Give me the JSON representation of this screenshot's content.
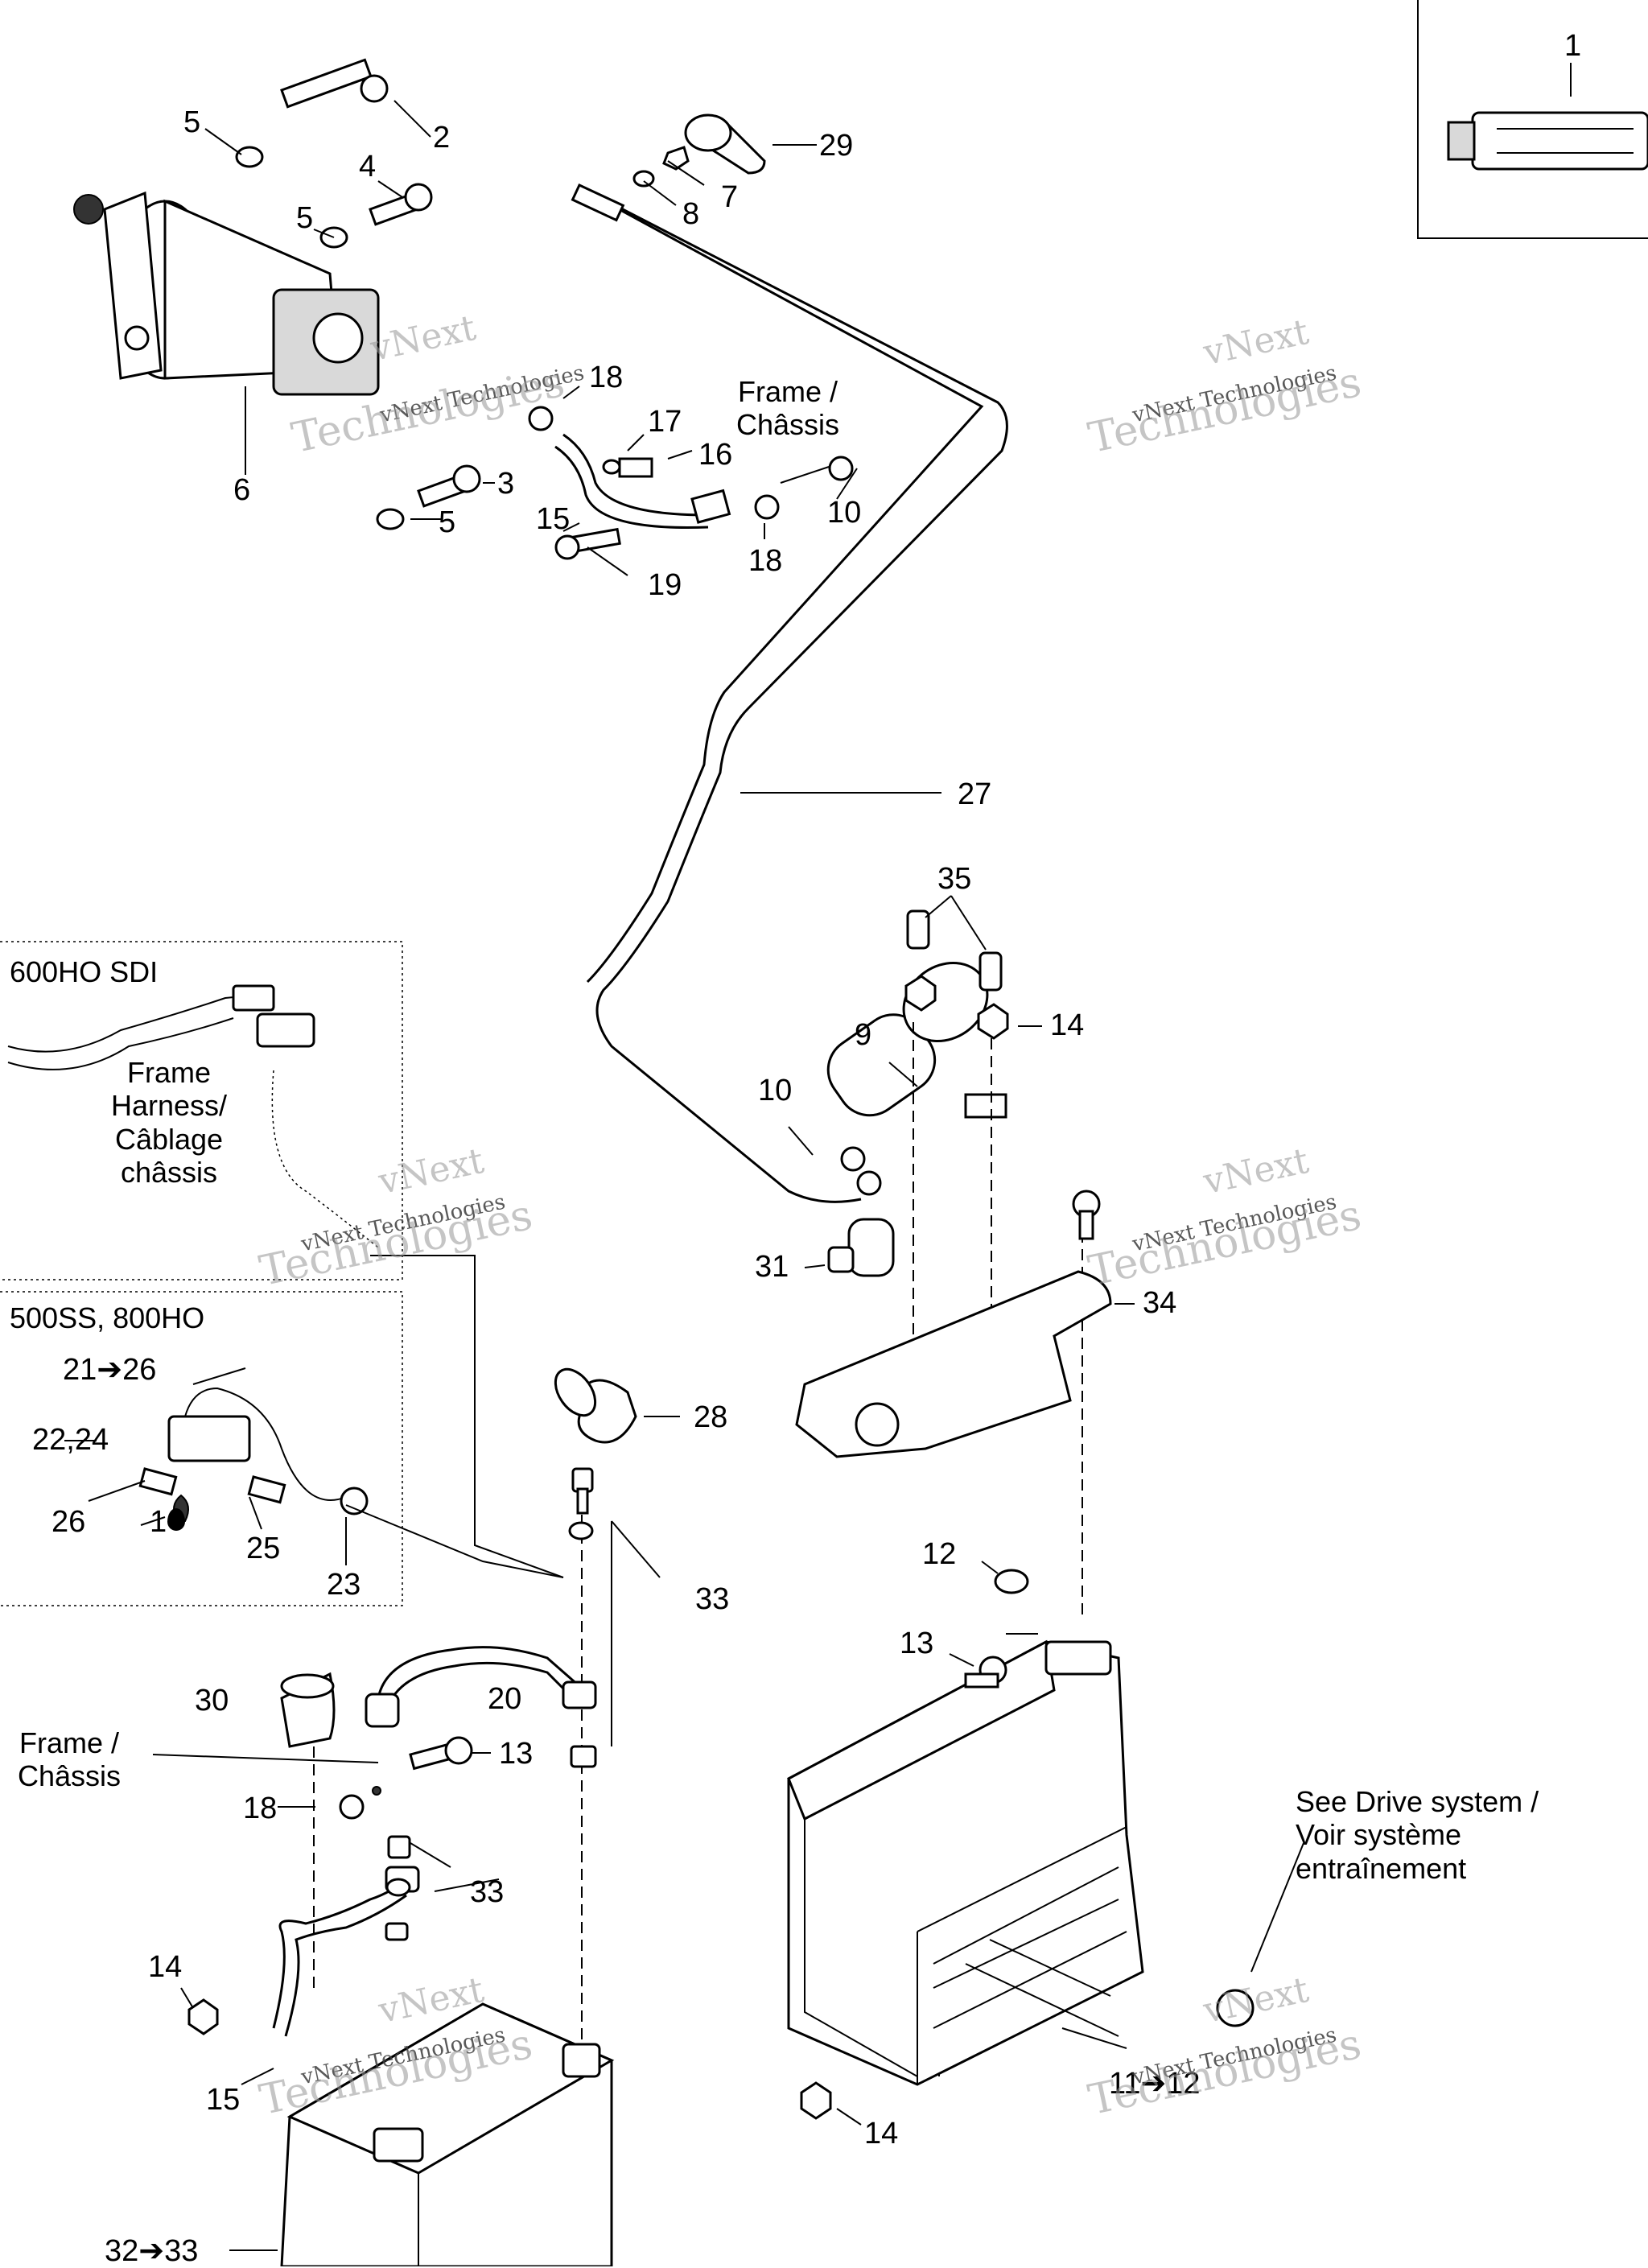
{
  "callouts": {
    "c1": "1",
    "c2": "2",
    "c3": "3",
    "c4": "4",
    "c5a": "5",
    "c5b": "5",
    "c5c": "5",
    "c6": "6",
    "c7": "7",
    "c8": "8",
    "c9": "9",
    "c10a": "10",
    "c10b": "10",
    "c11": "11➔12",
    "c12": "12",
    "c13a": "13",
    "c13b": "13",
    "c14a": "14",
    "c14b": "14",
    "c14c": "14",
    "c15a": "15",
    "c15b": "15",
    "c16": "16",
    "c17": "17",
    "c18a": "18",
    "c18b": "18",
    "c18c": "18",
    "c19": "19",
    "c20": "20",
    "c21": "21➔26",
    "c22": "22,24",
    "c23": "23",
    "c25": "25",
    "c26": "26",
    "c1drop": "1",
    "c27": "27",
    "c28": "28",
    "c29": "29",
    "c30": "30",
    "c31": "31",
    "c32": "32➔33",
    "c33a": "33",
    "c33b": "33",
    "c34": "34",
    "c35": "35"
  },
  "notes": {
    "frame_chassis_top_1": "Frame /",
    "frame_chassis_top_2": "Châssis",
    "frame_chassis_left_1": "Frame /",
    "frame_chassis_left_2": "Châssis",
    "variant_600": "600HO SDI",
    "variant_500": "500SS, 800HO",
    "harness_1": "Frame",
    "harness_2": "Harness/",
    "harness_3": "Câblage",
    "harness_4": "châssis",
    "drive_1": "See Drive system /",
    "drive_2": "Voir système",
    "drive_3": "entraînement"
  },
  "watermark": {
    "brand": "vNext",
    "subtitle": "vNext Technologies",
    "company": "Technologies"
  }
}
